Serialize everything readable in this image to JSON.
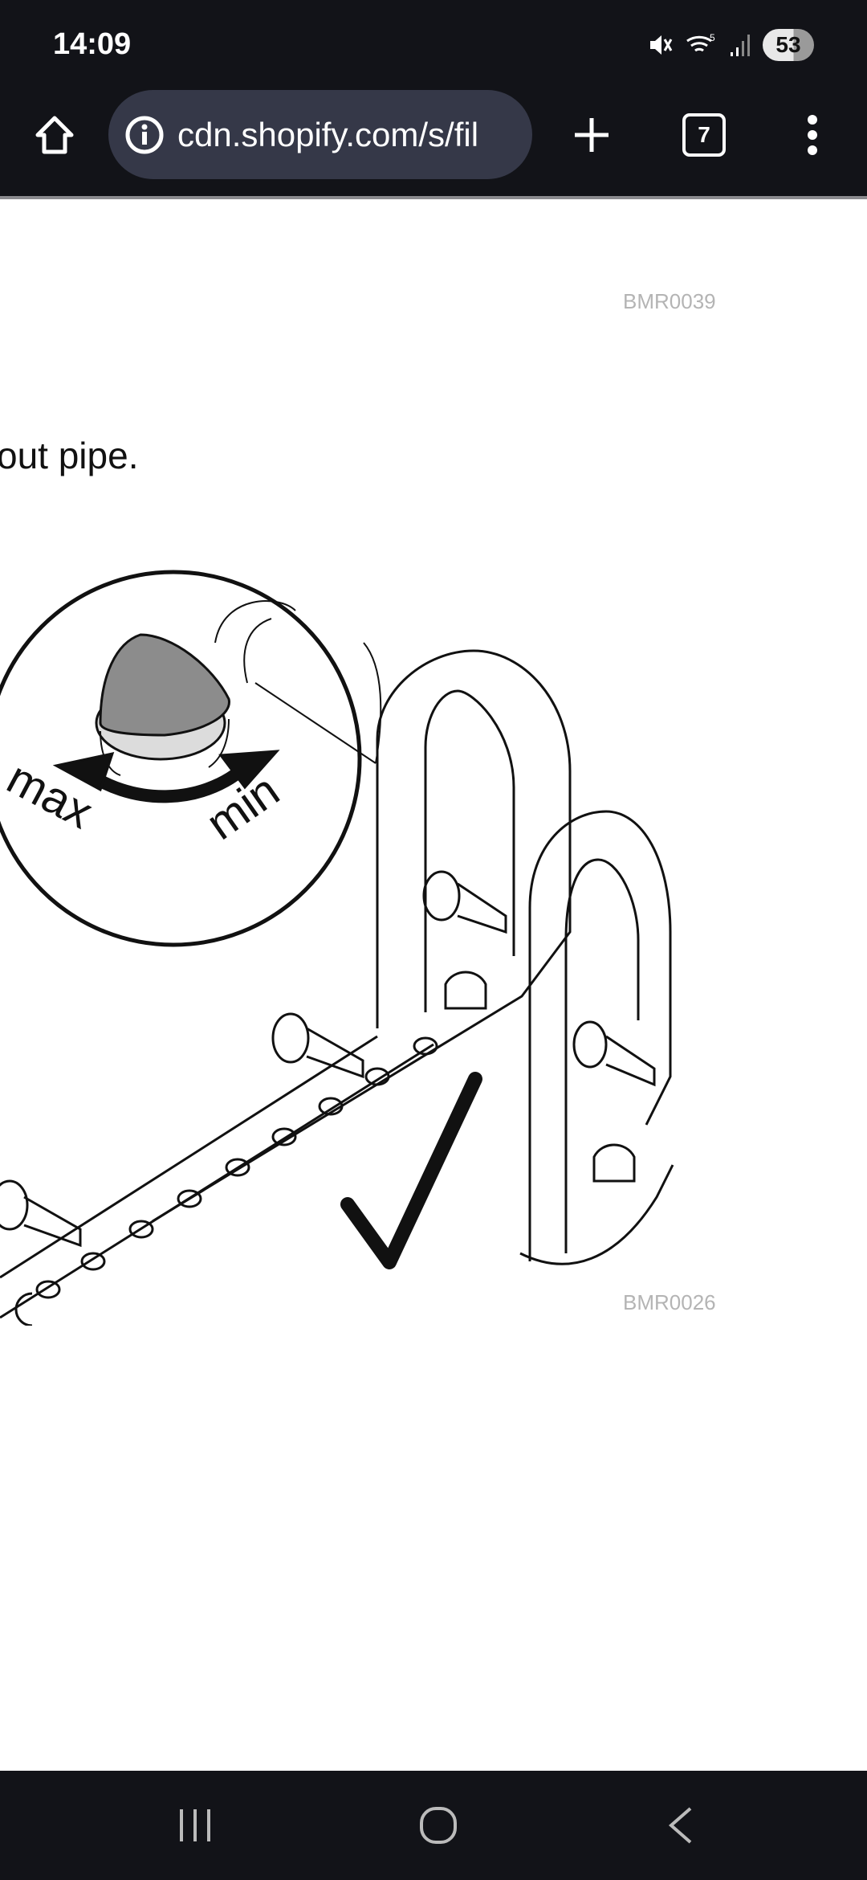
{
  "status_bar": {
    "time": "14:09",
    "battery": "53",
    "icons": [
      "mute-icon",
      "wifi-icon",
      "signal-icon",
      "battery-icon"
    ]
  },
  "browser": {
    "url": "cdn.shopify.com/s/fil",
    "tab_count": "7"
  },
  "document": {
    "figure_code_top": "BMR0039",
    "instruction_text": "out pipe.",
    "dial_label_max": "max",
    "dial_label_min": "min",
    "figure_code_bottom": "BMR0026"
  },
  "nav_bar": {
    "icons": [
      "recent-apps-icon",
      "home-icon",
      "back-icon"
    ]
  }
}
